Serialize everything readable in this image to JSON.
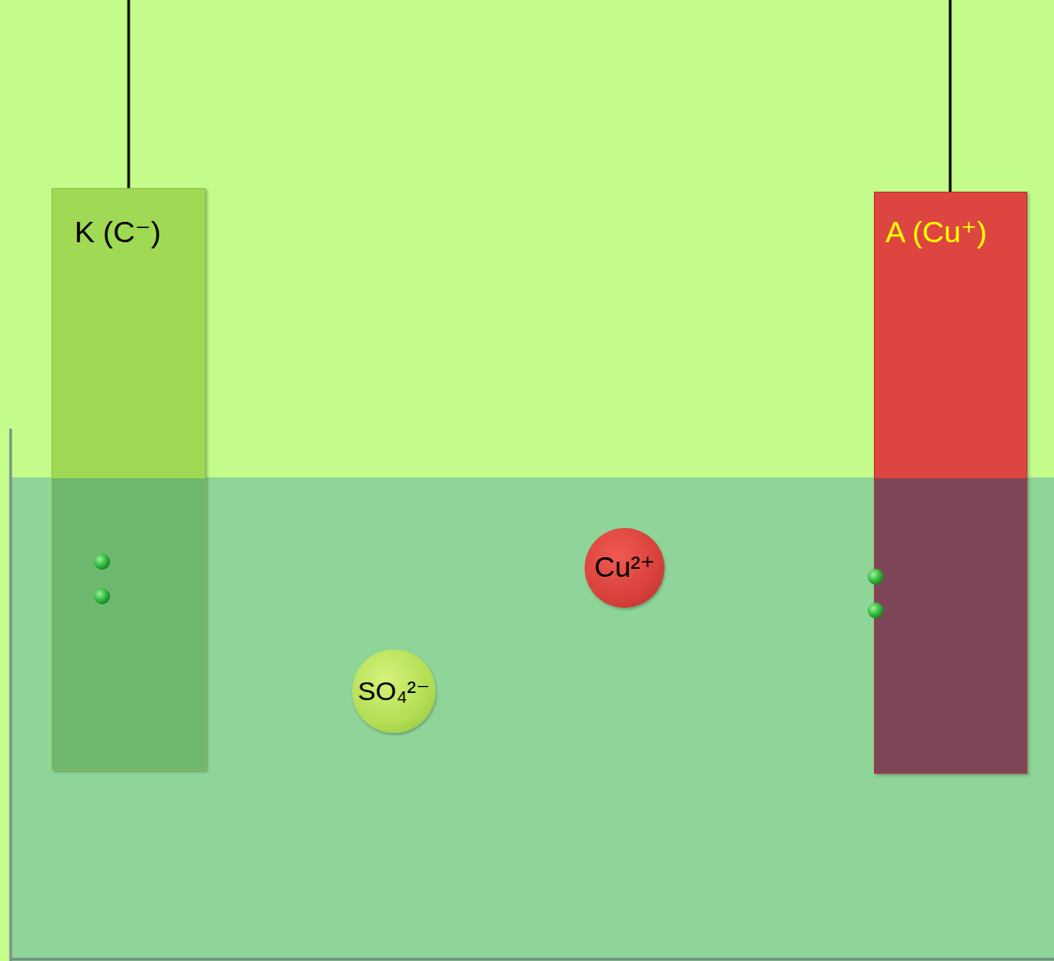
{
  "diagram": {
    "nodes": [
      {
        "text": [
          "K (C⁻)"
        ]
      },
      {
        "text": [
          "A (Cu⁺)"
        ]
      },
      {
        "text": [
          "Cu²⁺"
        ]
      },
      {
        "text": [
          "SO₄²⁻"
        ]
      }
    ]
  }
}
